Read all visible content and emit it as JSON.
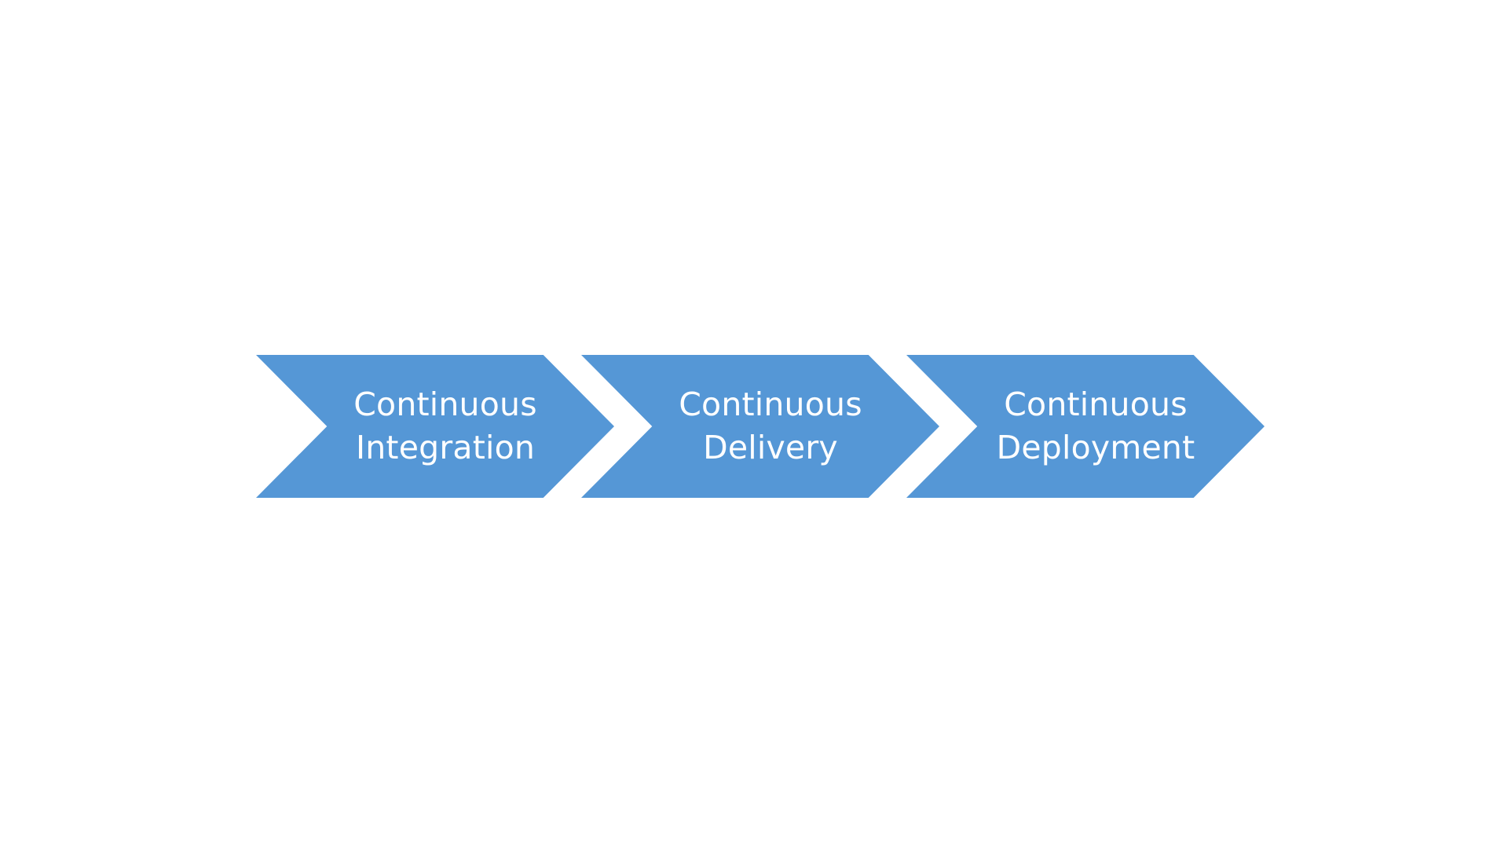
{
  "diagram": {
    "steps": [
      {
        "line1": "Continuous",
        "line2": "Integration"
      },
      {
        "line1": "Continuous",
        "line2": "Delivery"
      },
      {
        "line1": "Continuous",
        "line2": "Deployment"
      }
    ]
  },
  "colors": {
    "chevron_fill": "#5597d6",
    "label_text": "#ffffff",
    "background": "#ffffff"
  }
}
